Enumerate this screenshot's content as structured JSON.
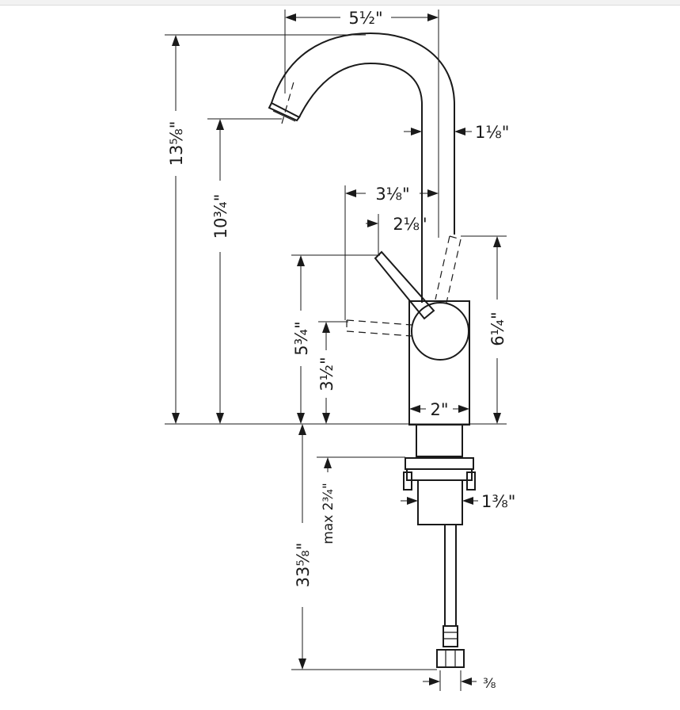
{
  "dimensions": {
    "spout_reach": "5½\"",
    "total_height": "13⅝\"",
    "spout_height": "10¾\"",
    "spout_diameter": "1⅛\"",
    "handle_reach": "3⅛\"",
    "handle_offset": "2⅛\"",
    "handle_height": "5¾\"",
    "handle_pivot_height": "3½\"",
    "body_height": "6¼\"",
    "body_width": "2\"",
    "max_deck": "max 2¾\"",
    "shank_diameter": "1⅜\"",
    "supply_length": "33⅝\"",
    "connection": "⅜"
  }
}
